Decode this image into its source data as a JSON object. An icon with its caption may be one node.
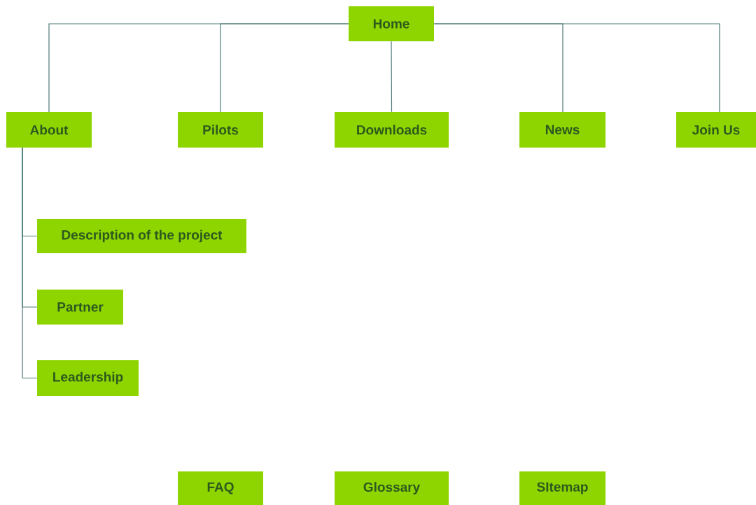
{
  "diagram": {
    "nodes": [
      {
        "text": [
          "Home"
        ]
      },
      {
        "text": [
          "About"
        ]
      },
      {
        "text": [
          "Pilots"
        ]
      },
      {
        "text": [
          "Downloads"
        ]
      },
      {
        "text": [
          "News"
        ]
      },
      {
        "text": [
          "Join Us"
        ]
      },
      {
        "text": [
          "Description of the project"
        ]
      },
      {
        "text": [
          "Partner"
        ]
      },
      {
        "text": [
          "Leadership"
        ]
      },
      {
        "text": [
          "FAQ"
        ]
      },
      {
        "text": [
          "Glossary"
        ]
      },
      {
        "text": [
          "SItemap"
        ]
      }
    ],
    "edges": [
      {
        "from": 0,
        "to": 1,
        "arrow": "none"
      },
      {
        "from": 0,
        "to": 2,
        "arrow": "none"
      },
      {
        "from": 0,
        "to": 3,
        "arrow": "none"
      },
      {
        "from": 0,
        "to": 4,
        "arrow": "none"
      },
      {
        "from": 0,
        "to": 5,
        "arrow": "none"
      },
      {
        "from": 1,
        "to": 6,
        "arrow": "none"
      },
      {
        "from": 1,
        "to": 7,
        "arrow": "none"
      },
      {
        "from": 1,
        "to": 8,
        "arrow": "none"
      }
    ]
  }
}
